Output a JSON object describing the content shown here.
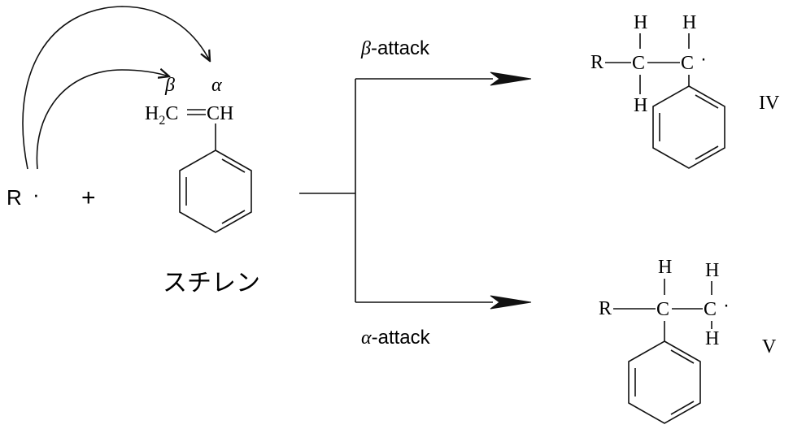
{
  "reactant": {
    "radical": "R",
    "radical_dot": "·",
    "plus": "+",
    "beta": "β",
    "alpha": "α",
    "ch2": "H",
    "ch2_sub": "2",
    "ch2_c": "C",
    "ch": "CH",
    "name": "スチレン"
  },
  "paths": {
    "beta_label": "β-attack",
    "alpha_label": "α-attack"
  },
  "product_iv": {
    "r": "R",
    "c1": "C",
    "c2": "C",
    "dot": "·",
    "h_top1": "H",
    "h_top2": "H",
    "h_bottom1": "H",
    "label": "IV"
  },
  "product_v": {
    "r": "R",
    "c1": "C",
    "c2": "C",
    "dot": "·",
    "h_top1": "H",
    "h_top2": "H",
    "h_bottom2": "H",
    "label": "V"
  },
  "colors": {
    "ink": "#111111",
    "background": "#ffffff"
  }
}
